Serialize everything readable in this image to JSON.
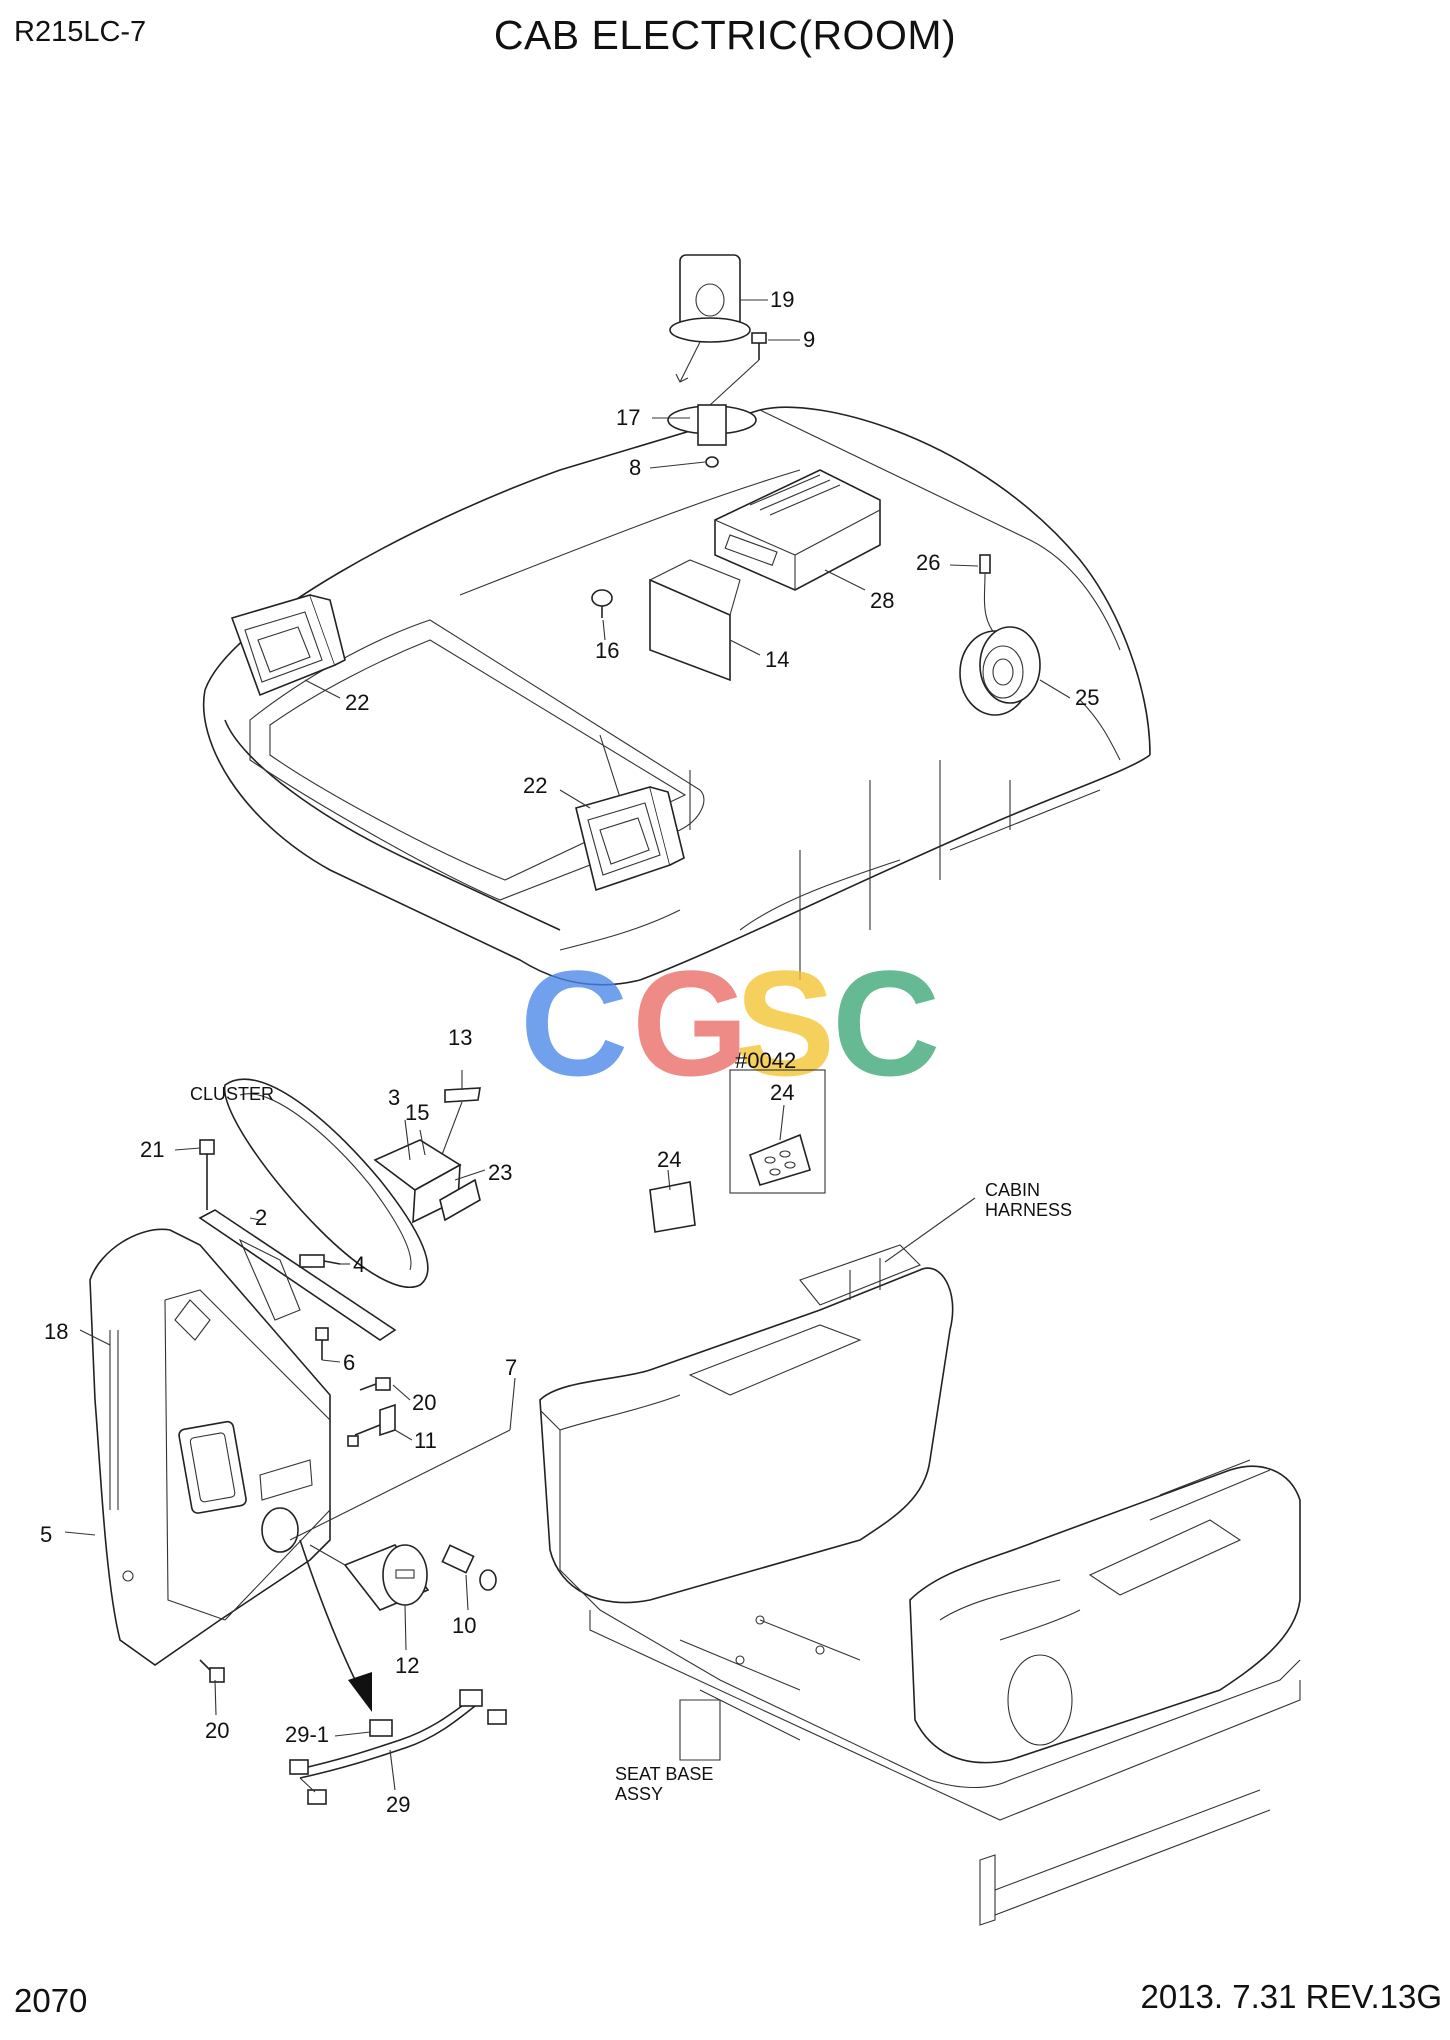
{
  "header": {
    "model": "R215LC-7",
    "title": "CAB ELECTRIC(ROOM)"
  },
  "footer": {
    "page": "2070",
    "revision": "2013. 7.31  REV.13G"
  },
  "watermark": {
    "letters": [
      "C",
      "G",
      "S",
      "C"
    ],
    "colors": [
      "#4a86e8",
      "#ea6b66",
      "#f4c430",
      "#3aa676"
    ]
  },
  "labels": {
    "cluster": "CLUSTER",
    "cabin_harness_1": "CABIN",
    "cabin_harness_2": "HARNESS",
    "seat_base_1": "SEAT BASE",
    "seat_base_2": "ASSY",
    "serial_note": "#0042"
  },
  "callouts": {
    "p19": "19",
    "p9": "9",
    "p17": "17",
    "p8": "8",
    "p28": "28",
    "p26": "26",
    "p16": "16",
    "p14": "14",
    "p25": "25",
    "p22a": "22",
    "p22b": "22",
    "p13": "13",
    "p3": "3",
    "p15": "15",
    "p23": "23",
    "p21": "21",
    "p2": "2",
    "p4": "4",
    "p18": "18",
    "p6": "6",
    "p7": "7",
    "p20a": "20",
    "p11": "11",
    "p5": "5",
    "p10": "10",
    "p12": "12",
    "p20b": "20",
    "p29_1": "29-1",
    "p29": "29",
    "p24a": "24",
    "p24b": "24"
  }
}
